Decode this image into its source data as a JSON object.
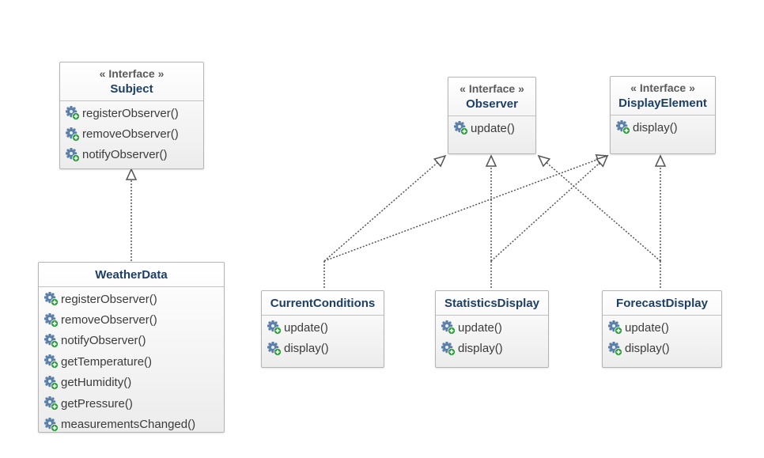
{
  "diagram": {
    "stereotype_label": "« Interface »",
    "classes": [
      {
        "name": "Subject",
        "interface": true,
        "operations": [
          "registerObserver()",
          "removeObserver()",
          "notifyObserver()"
        ]
      },
      {
        "name": "Observer",
        "interface": true,
        "operations": [
          "update()"
        ]
      },
      {
        "name": "DisplayElement",
        "interface": true,
        "operations": [
          "display()"
        ]
      },
      {
        "name": "WeatherData",
        "interface": false,
        "operations": [
          "registerObserver()",
          "removeObserver()",
          "notifyObserver()",
          "getTemperature()",
          "getHumidity()",
          "getPressure()",
          "measurementsChanged()"
        ]
      },
      {
        "name": "CurrentConditions",
        "interface": false,
        "operations": [
          "update()",
          "display()"
        ]
      },
      {
        "name": "StatisticsDisplay",
        "interface": false,
        "operations": [
          "update()",
          "display()"
        ]
      },
      {
        "name": "ForecastDisplay",
        "interface": false,
        "operations": [
          "update()",
          "display()"
        ]
      }
    ],
    "relationships": [
      {
        "type": "realization",
        "from": "WeatherData",
        "to": "Subject"
      },
      {
        "type": "realization",
        "from": "CurrentConditions",
        "to": "Observer"
      },
      {
        "type": "realization",
        "from": "CurrentConditions",
        "to": "DisplayElement"
      },
      {
        "type": "realization",
        "from": "StatisticsDisplay",
        "to": "Observer"
      },
      {
        "type": "realization",
        "from": "StatisticsDisplay",
        "to": "DisplayElement"
      },
      {
        "type": "realization",
        "from": "ForecastDisplay",
        "to": "Observer"
      },
      {
        "type": "realization",
        "from": "ForecastDisplay",
        "to": "DisplayElement"
      }
    ],
    "icons": {
      "operation": "public-method-gear-icon"
    },
    "colors": {
      "class_name": "#1d3f66",
      "stereotype": "#5a5a5a",
      "operation_text": "#3b3b3b",
      "border": "#b5b5b5",
      "connector": "#555555",
      "icon_gear": "#5b7fa8",
      "icon_plus": "#2e9e3e"
    }
  }
}
